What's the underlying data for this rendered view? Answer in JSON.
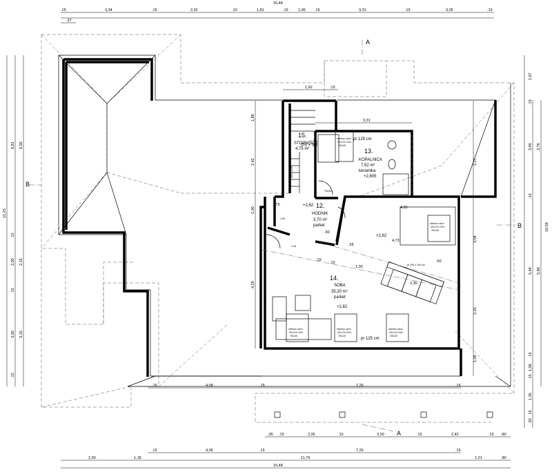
{
  "sections": {
    "a": "A",
    "b": "B"
  },
  "rooms": {
    "stairs": {
      "number": "15.",
      "name": "STOPNIŠĆE",
      "area": "4,75 m²"
    },
    "bath": {
      "number": "13.",
      "name": "KOPALNICA",
      "area": "7,52 m²",
      "floor": "keramika",
      "level": "+2,605"
    },
    "hall": {
      "number": "12.",
      "name": "HODNIK",
      "area": "3,70 m²",
      "floor": "parket",
      "level": "+2,82"
    },
    "room": {
      "number": "14.",
      "name": "SOBA",
      "area": "35,20 m²",
      "floor": "parket",
      "level": "+2,82"
    }
  },
  "labels": {
    "ps_ss": "PS + SS",
    "pr_top": "pr 125 cm",
    "pr_bottom": "pr 125 cm",
    "level_hall2": "+2,82",
    "roof_window": [
      "strešno okno",
      "VELOX GGL",
      "78/140"
    ],
    "skylight": "pr 200 x 100 cm",
    "stair_note": "16/17,5/26",
    "door_size": "70/200",
    "misc_a": "1,64",
    "misc_b": "2,48"
  },
  "dims": {
    "top_total": "16,48",
    "top_row": [
      ".15",
      "3,34",
      ".15",
      "2,92",
      ".10",
      "1,81",
      ".15",
      "1,06",
      ".15",
      "3,31",
      ".15",
      "3,05",
      ".15"
    ],
    "top_small": ".37",
    "stair_w": "1,62",
    "stair_w2": ".15",
    "bath_w": "3,31",
    "bottom_row1": [
      ".15",
      "4,08",
      ".15",
      "7,26",
      ".15"
    ],
    "bottom_row2": [
      ".35",
      ".15",
      "2,26",
      ".15",
      "3,00",
      ".15",
      "2,42",
      ".15",
      ".80"
    ],
    "bottom_row3": [
      ".15",
      "4,06",
      ".15",
      "7,26",
      ".15"
    ],
    "bottom_row4": [
      "2,30",
      "1,18",
      "11,79",
      "1,21",
      ".80"
    ],
    "bottom_total": "16,48",
    "left_outer": "12,25",
    "left_mid": [
      "6,81",
      "6,56"
    ],
    "left_row": [
      ".15",
      "2,00",
      "2,15",
      ".15",
      "3,00",
      "3,15",
      ".15"
    ],
    "right_outer": "10,58",
    "right_row": [
      "1,67",
      ".15",
      "3,49",
      "3,76",
      ".15",
      "5,44",
      "5,80",
      ".15",
      "1,06",
      ".15",
      "1,35",
      ".15",
      ".30"
    ],
    "inner": [
      "1,86",
      "2,42",
      "1,00",
      "4,29",
      "2,27",
      "3,04",
      "2,25",
      "1,06",
      "4,25",
      "4,73",
      "1,00",
      "2,30",
      ".75",
      ".15",
      ".90",
      ".55",
      ".60",
      ".15"
    ]
  }
}
